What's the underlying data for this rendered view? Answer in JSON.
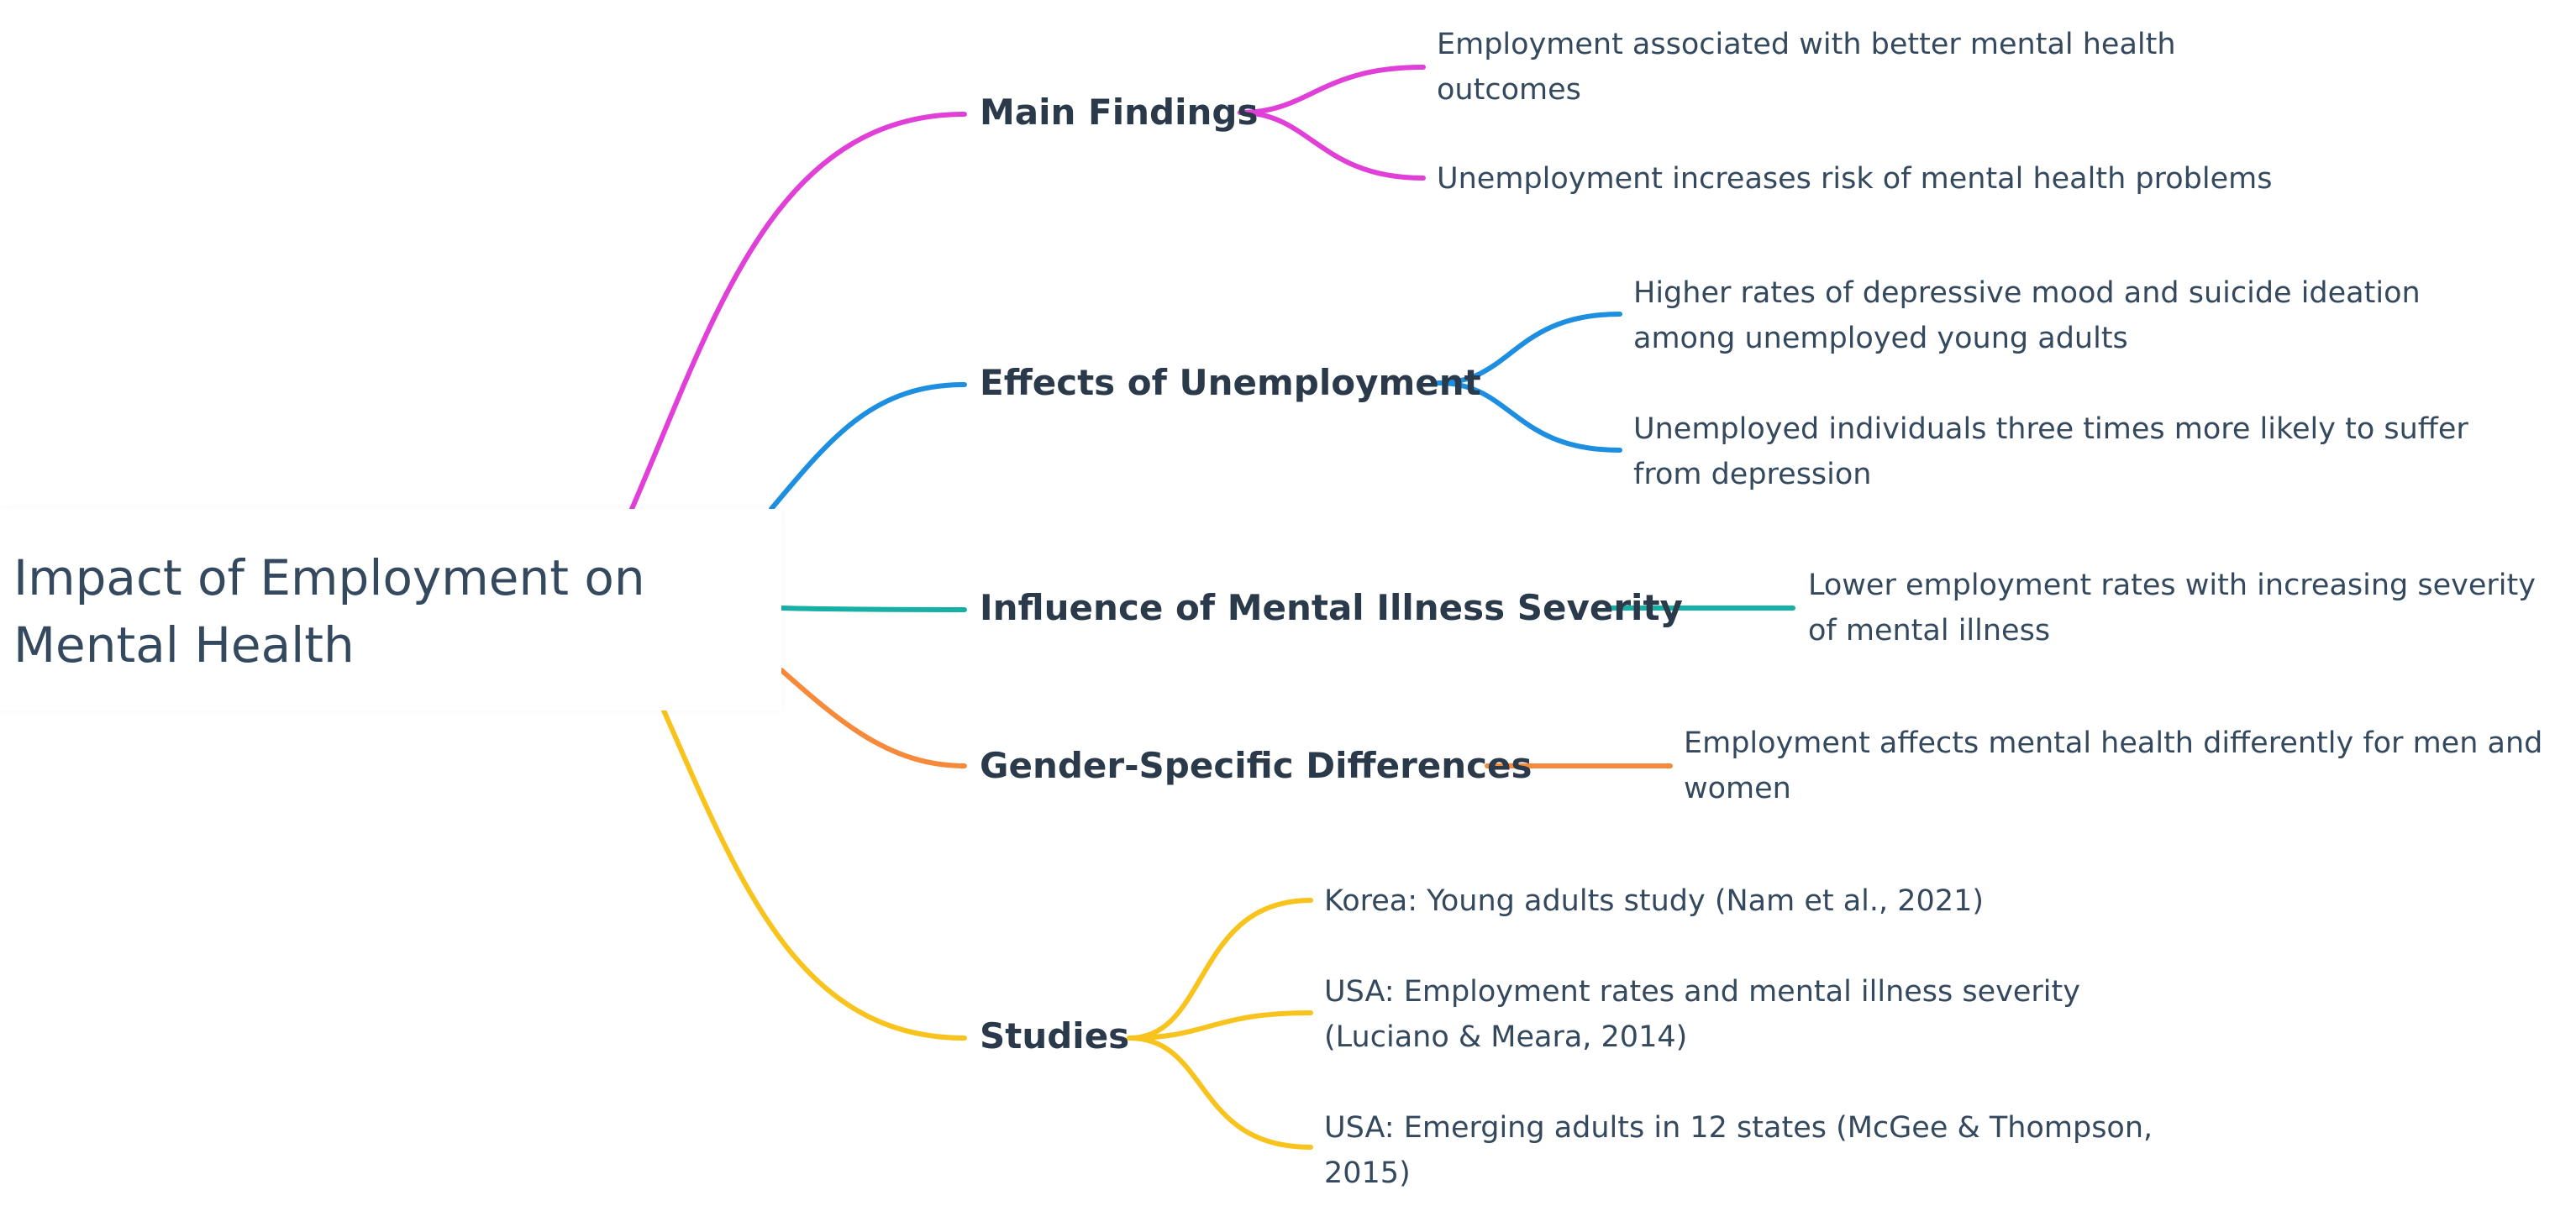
{
  "root": {
    "title": "Impact of Employment on Mental Health"
  },
  "branches": [
    {
      "label": "Main Findings",
      "color": "#e040d8",
      "leaves": [
        "Employment associated with better mental health outcomes",
        "Unemployment increases risk of mental health problems"
      ]
    },
    {
      "label": "Effects of Unemployment",
      "color": "#1e8fe0",
      "leaves": [
        "Higher rates of depressive mood and suicide ideation among unemployed young adults",
        "Unemployed individuals three times more likely to suffer from depression"
      ]
    },
    {
      "label": "Influence of Mental Illness Severity",
      "color": "#16b0a6",
      "leaves": [
        "Lower employment rates with increasing severity of mental illness"
      ]
    },
    {
      "label": "Gender-Specific Differences",
      "color": "#f7893a",
      "leaves": [
        "Employment affects mental health differently for men and women"
      ]
    },
    {
      "label": "Studies",
      "color": "#f7c31c",
      "leaves": [
        "Korea: Young adults study (Nam et al., 2021)",
        "USA: Employment rates and mental illness severity (Luciano & Meara, 2014)",
        "USA: Emerging adults in 12 states (McGee & Thompson, 2015)"
      ]
    }
  ]
}
